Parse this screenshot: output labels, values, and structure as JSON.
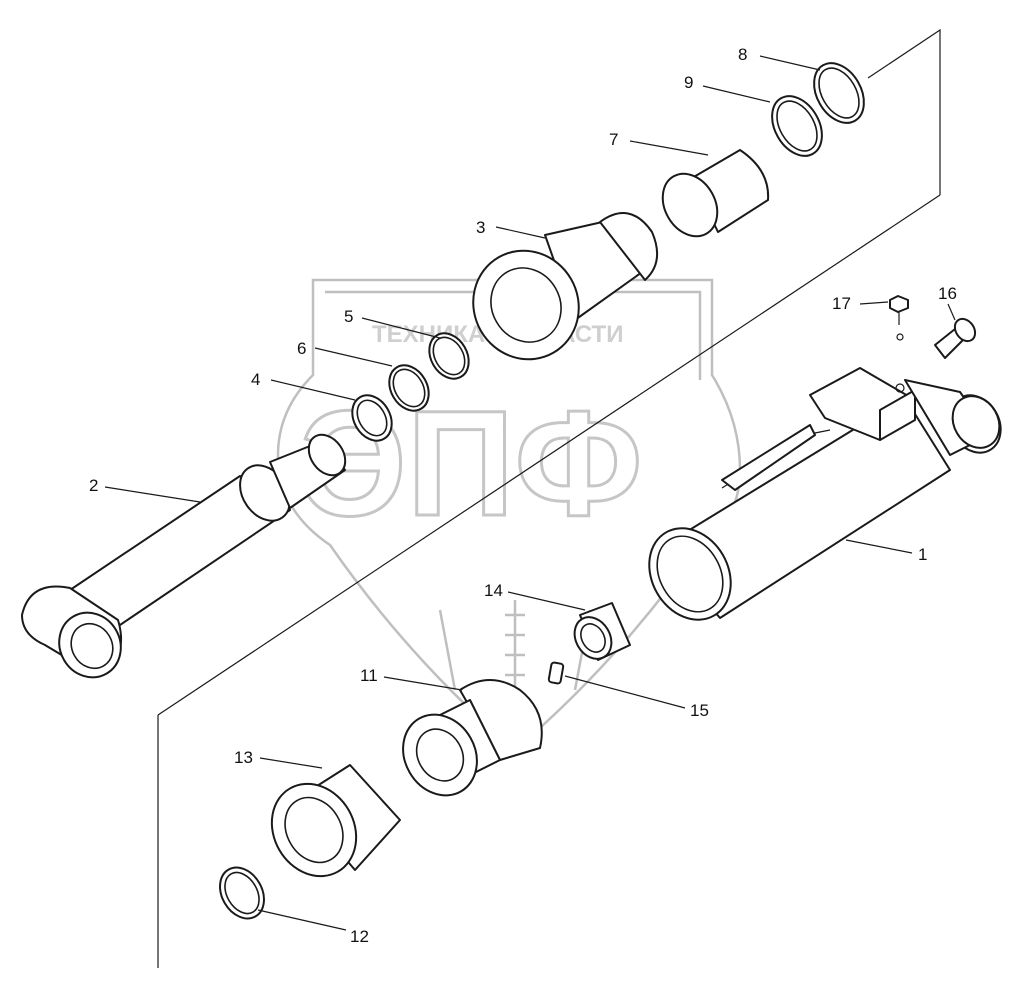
{
  "watermark": {
    "brand_text": "ТЕХНИКА  ЗАПЧАСТИ",
    "logo_letters": "ЭПФ",
    "colors": {
      "stroke": "#c0c0c0",
      "fill": "#ffffff"
    }
  },
  "callouts": [
    {
      "id": "1",
      "label": "1"
    },
    {
      "id": "2",
      "label": "2"
    },
    {
      "id": "3",
      "label": "3"
    },
    {
      "id": "4",
      "label": "4"
    },
    {
      "id": "5",
      "label": "5"
    },
    {
      "id": "6",
      "label": "6"
    },
    {
      "id": "7",
      "label": "7"
    },
    {
      "id": "8",
      "label": "8"
    },
    {
      "id": "9",
      "label": "9"
    },
    {
      "id": "11",
      "label": "11"
    },
    {
      "id": "12",
      "label": "12"
    },
    {
      "id": "13",
      "label": "13"
    },
    {
      "id": "14",
      "label": "14"
    },
    {
      "id": "15",
      "label": "15"
    },
    {
      "id": "16",
      "label": "16"
    },
    {
      "id": "17",
      "label": "17"
    }
  ],
  "colors": {
    "line": "#1a1a1a",
    "background": "#ffffff"
  }
}
